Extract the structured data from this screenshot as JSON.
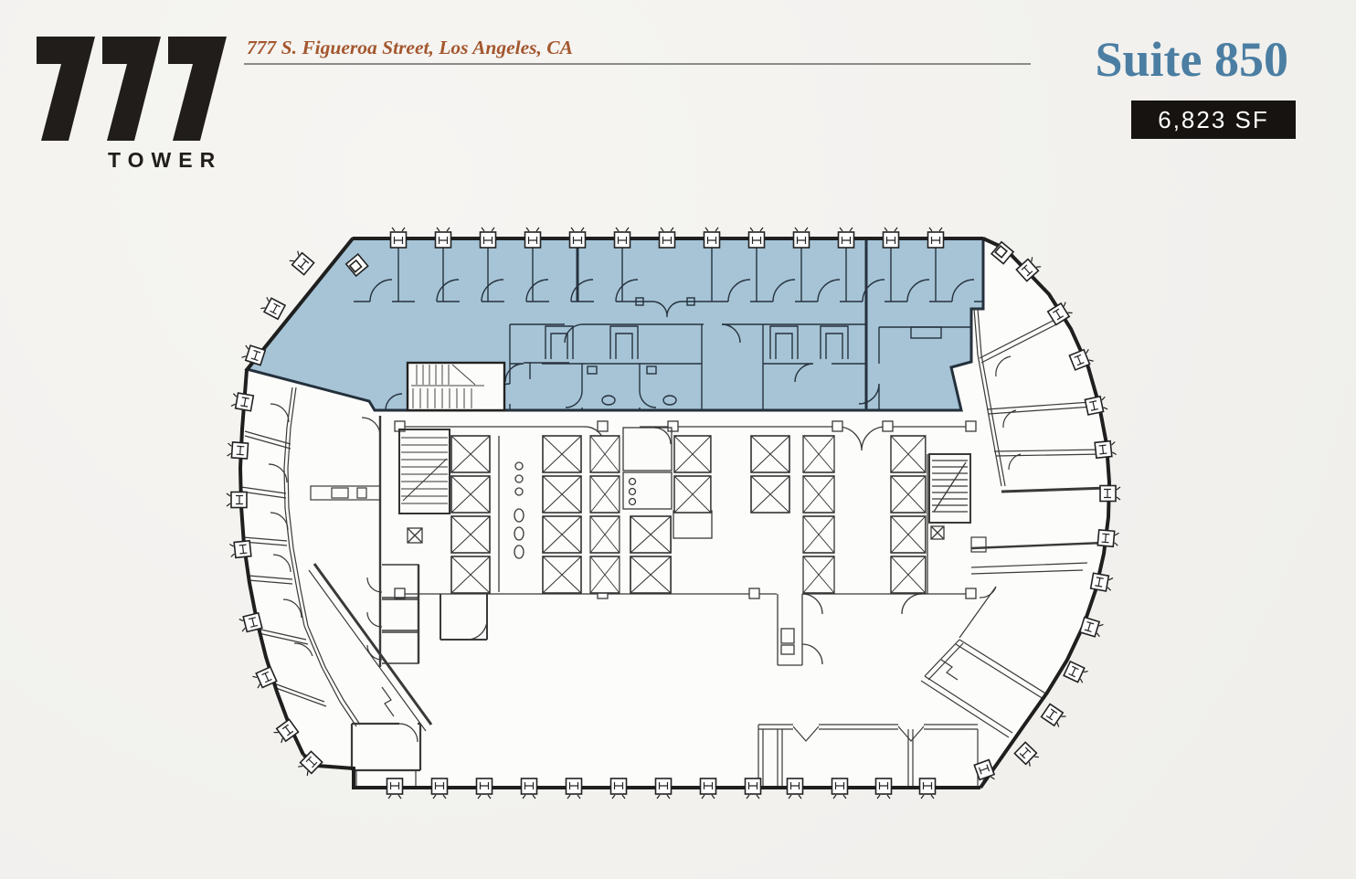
{
  "header": {
    "logo_number": "777",
    "logo_word": "TOWER",
    "address": "777 S. Figueroa Street, Los Angeles, CA",
    "suite_title": "Suite 850",
    "area_badge": "6,823 SF"
  },
  "colors": {
    "accent_blue": "#4b7ea2",
    "suite_fill": "#a6c4d6",
    "address_rust": "#a4572e",
    "badge_bg": "#171310",
    "paper": "#f3f2ef",
    "wall_ink": "#1f1f1f"
  },
  "floorplan": {
    "highlighted_suite": "Suite 850",
    "highlighted_area_sf": "6,823"
  }
}
